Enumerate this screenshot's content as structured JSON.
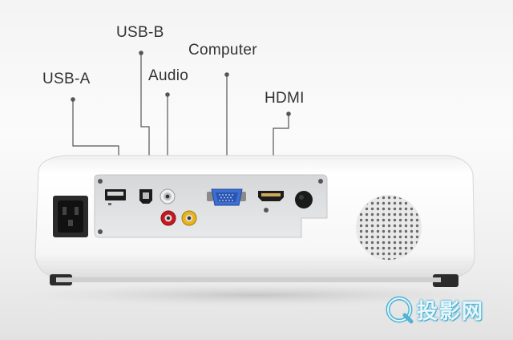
{
  "labels": {
    "usb_a": "USB-A",
    "usb_b": "USB-B",
    "audio": "Audio",
    "computer": "Computer",
    "hdmi": "HDMI"
  },
  "watermark": {
    "text": "投影网",
    "color": "#3aa0c4"
  },
  "colors": {
    "projector_body": "#ffffff",
    "port_panel": "#e2e3e5",
    "vga_port": "#3b6fd1",
    "audio_red": "#c41a22",
    "video_yellow": "#e7b41c",
    "leader_line": "#555555"
  }
}
